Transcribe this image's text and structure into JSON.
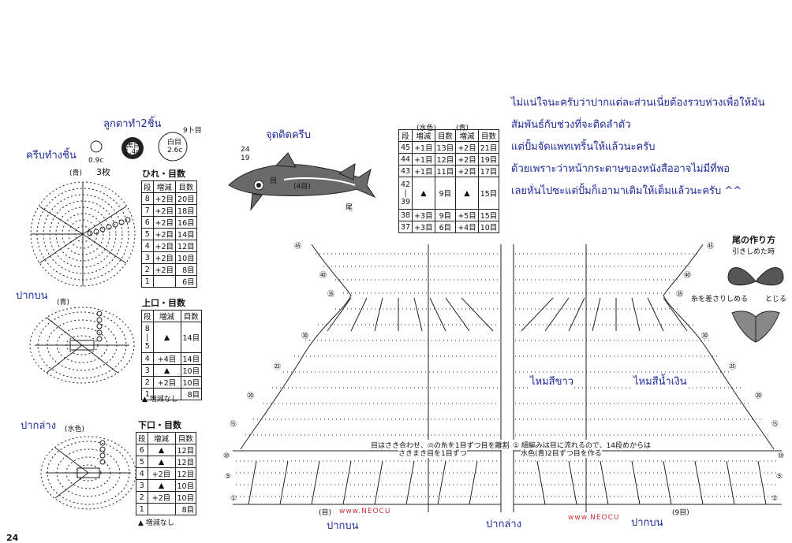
{
  "labels": {
    "fins_two_pieces": "ครีบทำงชิ้น",
    "balls_two_pieces": "ลูกตาทำ2ชิ้น",
    "fin_attach_point": "จุดติดครีบ",
    "upper_mouth_left": "ปากบน",
    "lower_mouth_left": "ปากล่าง",
    "white_yarn": "ไหมสีขาว",
    "blue_yarn": "ไหมสีน้ำเงิน",
    "bottom_upper_mouth_1": "ปากบน",
    "bottom_lower_mouth": "ปากล่าง",
    "bottom_upper_mouth_2": "ปากบน"
  },
  "note": [
    "ไม่แน่ใจนะครับว่าปากแต่ละส่วนเนี่ยต้องรวบห่วงเพื่อให้มัน",
    "สัมพันธ์กับช่วงที่จะติดลำตัว",
    "แต่ปั้มจัดแพทเทริ้นให้แล้วนะครับ",
    "ด้วยเพราะว่าหน้ากระดาษของหนังสืออาจไม่มีที่พอ",
    "เลยหั่นไปซะแต่ปั้มก็เอามาเติมให้เต็มแล้วนะครับ ^^"
  ],
  "fin_chart": {
    "color_note": "(青)",
    "count_note": "3枚",
    "title": "ひれ・目数",
    "headers": [
      "段",
      "増減",
      "目数"
    ],
    "rows": [
      [
        "8",
        "+2目",
        "20目"
      ],
      [
        "7",
        "+2目",
        "18目"
      ],
      [
        "6",
        "+2目",
        "16目"
      ],
      [
        "5",
        "+2目",
        "14目"
      ],
      [
        "4",
        "+2目",
        "12目"
      ],
      [
        "3",
        "+2目",
        "10目"
      ],
      [
        "2",
        "+2目",
        "8目"
      ],
      [
        "1",
        "",
        "6目"
      ]
    ]
  },
  "upper_mouth_chart": {
    "color_note": "(青)",
    "title": "上口・目数",
    "headers": [
      "段",
      "増減",
      "目数"
    ],
    "rows": [
      [
        "8\n|\n5",
        "▲",
        "14目"
      ],
      [
        "4",
        "+4目",
        "14目"
      ],
      [
        "3",
        "▲",
        "10目"
      ],
      [
        "2",
        "+2目",
        "10目"
      ],
      [
        "1",
        "",
        "8目"
      ]
    ],
    "legend": "▲ 増減なし"
  },
  "lower_mouth_chart": {
    "color_note": "(水色)",
    "title": "下口・目数",
    "headers": [
      "段",
      "増減",
      "目数"
    ],
    "rows": [
      [
        "6",
        "▲",
        "12目"
      ],
      [
        "5",
        "▲",
        "12目"
      ],
      [
        "4",
        "+2目",
        "12目"
      ],
      [
        "3",
        "▲",
        "10目"
      ],
      [
        "2",
        "+2目",
        "10目"
      ],
      [
        "1",
        "",
        "8目"
      ]
    ],
    "legend": "▲ 増減なし"
  },
  "eyes": {
    "small": "0.9c",
    "black_label": "黒目",
    "black_size": "1.4c",
    "white_label": "白目",
    "white_size": "2.6c",
    "white_rounds": "9卜目"
  },
  "dolphin": {
    "size_top": "24",
    "size_bottom": "19",
    "eye_label": "目",
    "rounds_label": "(4目)",
    "tail_label": "尾"
  },
  "body_chart": {
    "header_water": "(水色)",
    "header_blue": "(青)",
    "headers": [
      "段",
      "増減",
      "目数",
      "増減",
      "目数"
    ],
    "rows": [
      [
        "45",
        "+1目",
        "13目",
        "+2目",
        "21目"
      ],
      [
        "44",
        "+1目",
        "12目",
        "+2目",
        "19目"
      ],
      [
        "43",
        "+1目",
        "11目",
        "+2目",
        "17目"
      ],
      [
        "42\n|\n39",
        "▲",
        "9目",
        "▲",
        "15目"
      ],
      [
        "38",
        "+3目",
        "9目",
        "+5目",
        "15目"
      ],
      [
        "37",
        "+3目",
        "6目",
        "+4目",
        "10目"
      ]
    ]
  },
  "tail_howto": {
    "title": "尾の作り方",
    "step1": "引きしめた時",
    "step2": "糸を差さりしめる",
    "step3": "とじる"
  },
  "chart_notes": {
    "left": "目はさき合わせ、◎の糸を1目ずつ目を離割",
    "left2": "さきまき目を1目ずつ",
    "right": "① 細編みは目に流れるので、14段めからは",
    "right2": "水色(青)2目ずつ目を作る"
  },
  "watermark": "www.NEOCU",
  "row_markers_left": [
    "㊺",
    "㊵",
    "㉟",
    "㉚",
    "㉕",
    "⑳",
    "⑮",
    "⑩",
    "⑤",
    "①"
  ],
  "row_markers_right": [
    "㊺",
    "㊵",
    "㉟",
    "㉚",
    "㉕",
    "⑳",
    "⑮",
    "⑩",
    "⑤",
    "①"
  ],
  "bottom_marks": {
    "left_row": "(目)",
    "right_row": "(9目)"
  },
  "page_number": "24"
}
